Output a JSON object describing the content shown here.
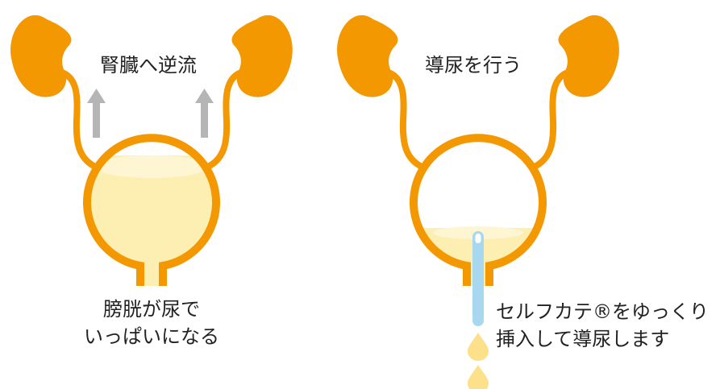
{
  "left_panel": {
    "heading": "腎臓へ逆流",
    "caption_line1": "膀胱が尿で",
    "caption_line2": "いっぱいになる"
  },
  "right_panel": {
    "heading": "導尿を行う",
    "caption_line1": "セルフカテ®をゆっくり",
    "caption_line2": "挿入して導尿します"
  },
  "colors": {
    "organ_orange": "#F39800",
    "urine_yellow": "#FDEFB2",
    "arrow_gray": "#B5B5B5",
    "catheter_blue": "#A8D8F0"
  }
}
